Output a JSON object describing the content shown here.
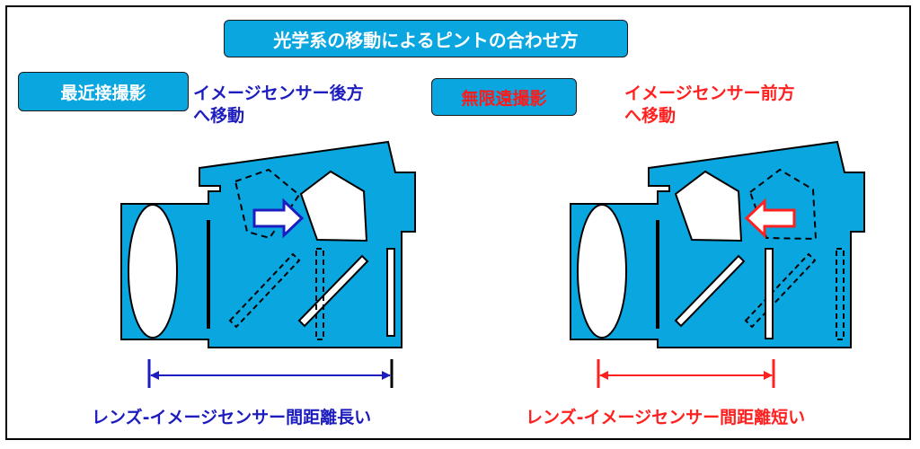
{
  "title": "光学系の移動によるピントの合わせ方",
  "left": {
    "tag": "最近接撮影",
    "note_line1": "イメージセンサー後方",
    "note_line2": "へ移動",
    "distance_label": "レンズ-イメージセンサー間距離長い",
    "color": "#1d1dbf"
  },
  "right": {
    "tag": "無限遠撮影",
    "note_line1": "イメージセンサー前方",
    "note_line2": "へ移動",
    "distance_label": "レンズ-イメージセンサー間距離短い",
    "color": "#ff2020"
  },
  "colors": {
    "camera_body": "#0aa6e0",
    "outline": "#000000"
  }
}
